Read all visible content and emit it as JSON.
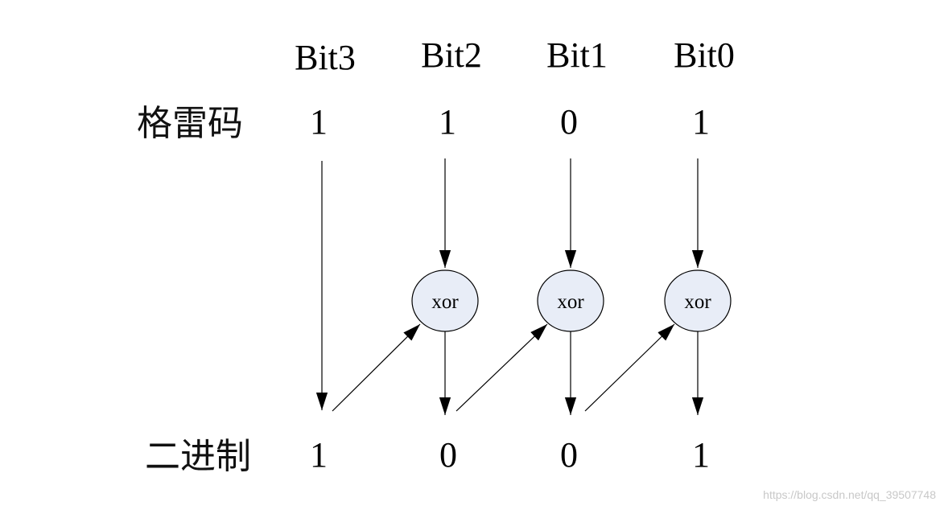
{
  "bit_headers": [
    "Bit3",
    "Bit2",
    "Bit1",
    "Bit0"
  ],
  "gray_code": {
    "label": "格雷码",
    "values": [
      "1",
      "1",
      "0",
      "1"
    ]
  },
  "binary": {
    "label": "二进制",
    "values": [
      "1",
      "0",
      "0",
      "1"
    ]
  },
  "gates": [
    {
      "label": "xor",
      "bit": "Bit2"
    },
    {
      "label": "xor",
      "bit": "Bit1"
    },
    {
      "label": "xor",
      "bit": "Bit0"
    }
  ],
  "watermark": "https://blog.csdn.net/qq_39507748",
  "colors": {
    "gate_fill": "#e8edf7",
    "line": "#000000",
    "watermark": "#c8c8c8"
  }
}
